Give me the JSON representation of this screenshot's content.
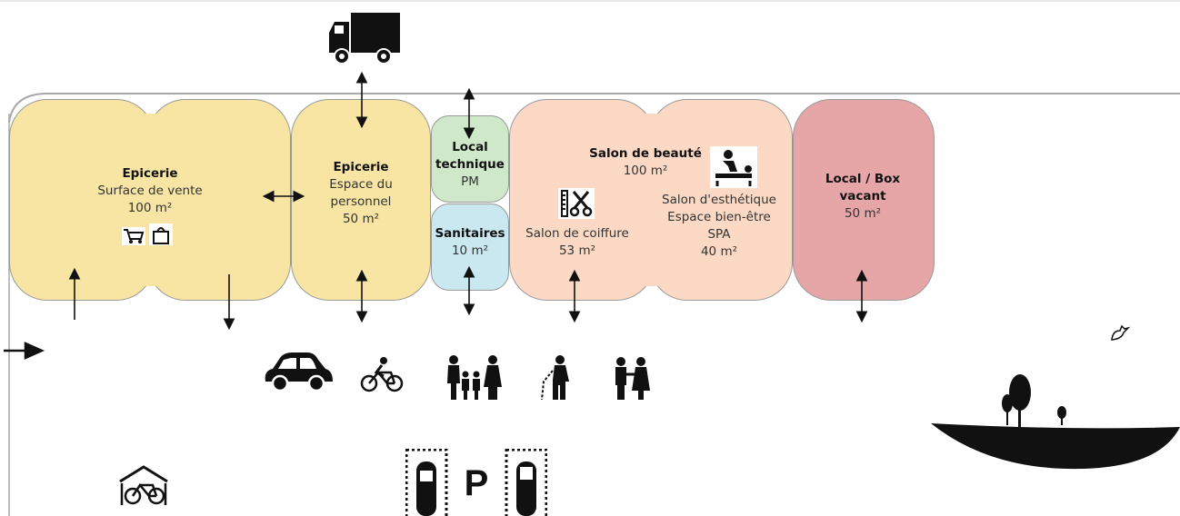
{
  "colors": {
    "epicerie": "#f8e5a4",
    "local_technique": "#cfe8c9",
    "sanitaires": "#c9e8ef",
    "salon": "#fbd9c4",
    "vacant": "#e6a5a7",
    "border": "#8a8a8a",
    "arrow": "#111111"
  },
  "epicerie_vente": {
    "title": "Epicerie",
    "line1": "Surface de vente",
    "area": "100 m²",
    "icons": [
      "shopping-cart-icon",
      "shopping-bag-icon"
    ]
  },
  "epicerie_personnel": {
    "title": "Epicerie",
    "line1": "Espace du",
    "line2": "personnel",
    "area": "50 m²"
  },
  "local_technique": {
    "title1": "Local",
    "title2": "technique",
    "sub": "PM"
  },
  "sanitaires": {
    "title": "Sanitaires",
    "area": "10 m²"
  },
  "salon_beaute": {
    "title": "Salon de beauté",
    "area": "100 m²",
    "coiffure_label": "Salon de coiffure",
    "coiffure_area": "53 m²",
    "esthetique_line1": "Salon d'esthétique",
    "esthetique_line2": "Espace bien-être",
    "esthetique_line3": "SPA",
    "esthetique_area": "40 m²",
    "icons": [
      "scissors-comb-icon",
      "massage-icon"
    ]
  },
  "local_vacant": {
    "title1": "Local / Box",
    "title2": "vacant",
    "area": "50 m²"
  },
  "parking": {
    "label": "P"
  },
  "outside_icons": [
    "delivery-truck-icon",
    "car-icon",
    "bicycle-icon",
    "family-icon",
    "elderly-walker-icon",
    "couple-icon",
    "bike-shelter-icon",
    "tree-icon",
    "bird-icon",
    "entry-arrow-icon"
  ]
}
